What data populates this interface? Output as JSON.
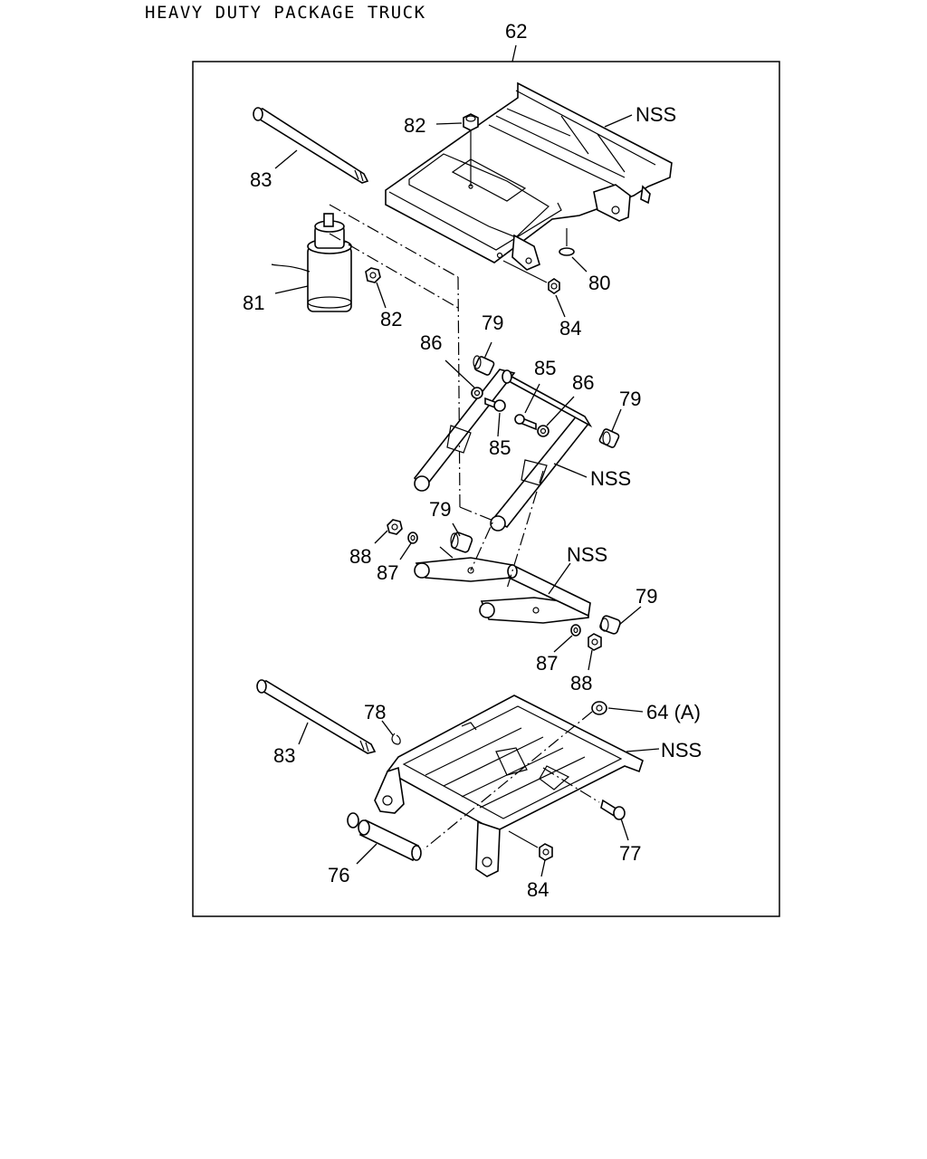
{
  "header": {
    "title": "HEAVY DUTY PACKAGE TRUCK"
  },
  "callouts": {
    "assembly": "62",
    "c82a": "82",
    "cNSS1": "NSS",
    "c83a": "83",
    "c81": "81",
    "c82b": "82",
    "c80": "80",
    "c84a": "84",
    "c79a": "79",
    "c86a": "86",
    "c85a": "85",
    "c86b": "86",
    "c79b": "79",
    "c85b": "85",
    "cNSS2": "NSS",
    "c79c": "79",
    "c88a": "88",
    "c87a": "87",
    "cNSS3": "NSS",
    "c79d": "79",
    "c87b": "87",
    "c88b": "88",
    "c78": "78",
    "c64": "64 (A)",
    "c83b": "83",
    "cNSS4": "NSS",
    "c77": "77",
    "c76": "76",
    "c84b": "84"
  }
}
